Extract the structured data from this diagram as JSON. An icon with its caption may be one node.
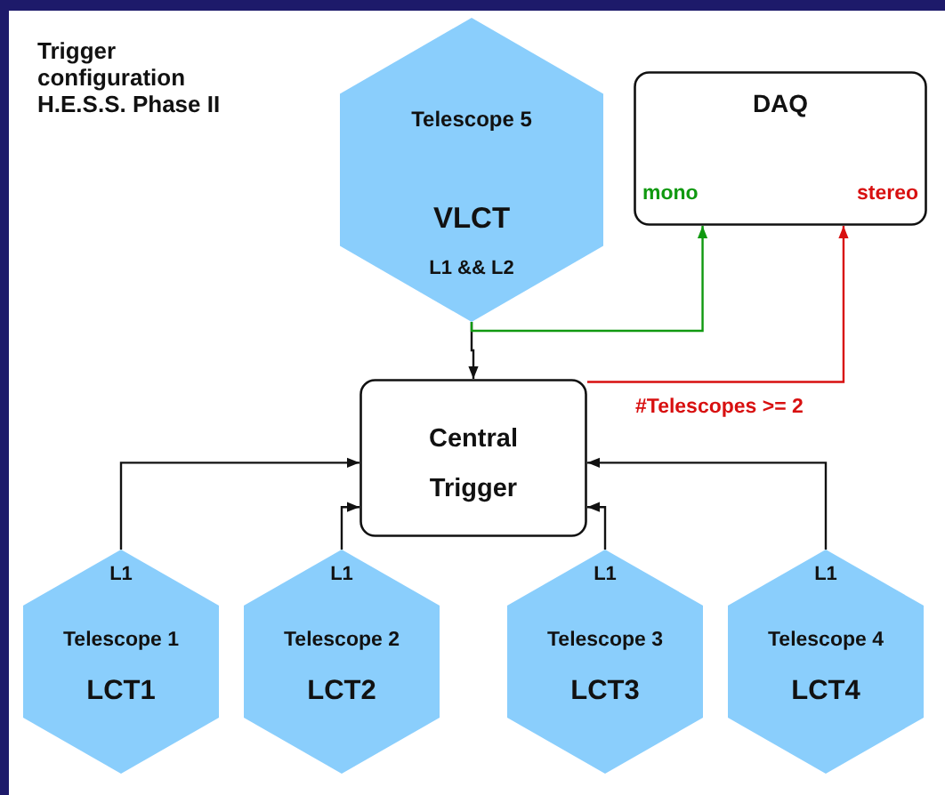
{
  "diagram": {
    "title": "Trigger configuration H.E.S.S. Phase II",
    "nodes": [
      {
        "text": [
          "Telescope 5",
          "VLCT",
          "L1 && L2"
        ]
      },
      {
        "text": [
          "DAQ",
          "mono",
          "stereo"
        ]
      },
      {
        "text": [
          "Central Trigger"
        ]
      },
      {
        "text": [
          "L1",
          "Telescope 1",
          "LCT1"
        ]
      },
      {
        "text": [
          "L1",
          "Telescope 2",
          "LCT2"
        ]
      },
      {
        "text": [
          "L1",
          "Telescope 3",
          "LCT3"
        ]
      },
      {
        "text": [
          "L1",
          "Telescope 4",
          "LCT4"
        ]
      }
    ],
    "edges": [
      {
        "from": 0,
        "to": 2,
        "arrow": "to"
      },
      {
        "from": 0,
        "to": 1,
        "arrow": "to",
        "color": "#109910"
      },
      {
        "from": 2,
        "to": 1,
        "arrow": "to",
        "label": "#Telescopes >= 2",
        "color": "#d81010"
      },
      {
        "from": 3,
        "to": 2,
        "arrow": "to"
      },
      {
        "from": 4,
        "to": 2,
        "arrow": "to"
      },
      {
        "from": 5,
        "to": 2,
        "arrow": "to"
      },
      {
        "from": 6,
        "to": 2,
        "arrow": "to"
      }
    ]
  }
}
